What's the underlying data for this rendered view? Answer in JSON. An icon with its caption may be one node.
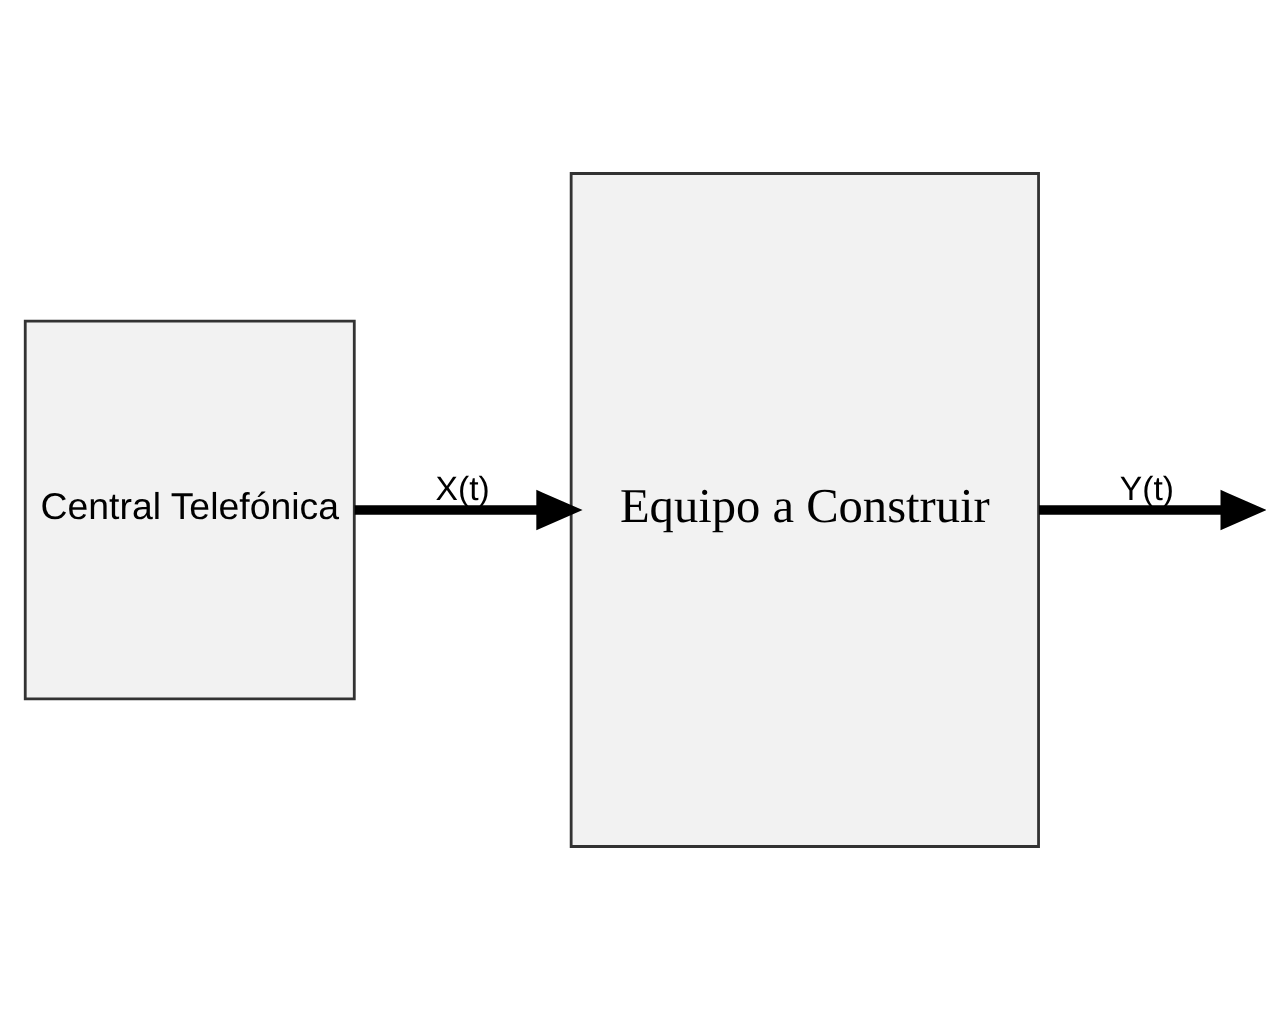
{
  "diagram": {
    "nodes": [
      {
        "text": [
          "Central Telefónica"
        ]
      },
      {
        "text": [
          "Equipo a Construir"
        ]
      }
    ],
    "edges": [
      {
        "from": 0,
        "to": 1,
        "arrow": "to",
        "label": "X(t)"
      },
      {
        "from": 1,
        "to": null,
        "arrow": "to",
        "label": "Y(t)"
      }
    ]
  }
}
